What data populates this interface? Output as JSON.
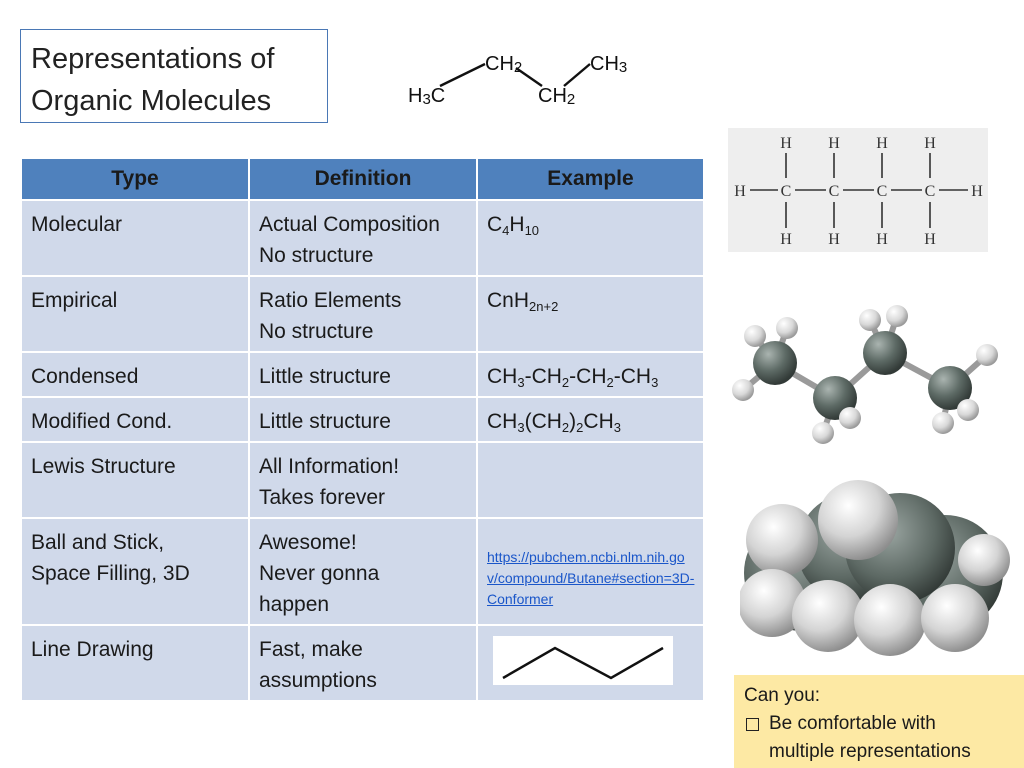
{
  "title": {
    "line1": "Representations of",
    "line2": "Organic Molecules"
  },
  "condensed_diagram": {
    "h3c": "H3C",
    "ch2_top": "CH2",
    "ch2_bottom": "CH2",
    "ch3": "CH3"
  },
  "table": {
    "headers": {
      "type": "Type",
      "definition": "Definition",
      "example": "Example"
    },
    "rows": [
      {
        "type": "Molecular",
        "def_line1": "Actual Composition",
        "def_line2": "No structure",
        "example": "C4H10"
      },
      {
        "type": "Empirical",
        "def_line1": "Ratio Elements",
        "def_line2": "No structure",
        "example": "CnH2n+2"
      },
      {
        "type": "Condensed",
        "def_line1": "Little structure",
        "example": "CH3-CH2-CH2-CH3"
      },
      {
        "type": "Modified Cond.",
        "def_line1": "Little structure",
        "example": "CH3(CH2)2CH3"
      },
      {
        "type": "Lewis Structure",
        "def_line1": "All Information!",
        "def_line2": "Takes forever",
        "example": ""
      },
      {
        "type_line1": "Ball and Stick,",
        "type_line2": "Space Filling, 3D",
        "def_line1": "Awesome!",
        "def_line2": "Never gonna",
        "def_line3": "happen",
        "example_link": "https://pubchem.ncbi.nlm.nih.gov/compound/Butane#section=3D-Conformer"
      },
      {
        "type": "Line Drawing",
        "def_line1": "Fast, make",
        "def_line2": "assumptions"
      }
    ]
  },
  "lewis_structure": {
    "atoms": [
      "H",
      "C",
      "H"
    ]
  },
  "note": {
    "heading": "Can you:",
    "item_line1": "Be comfortable with",
    "item_line2": "multiple representations"
  },
  "colors": {
    "header_blue": "#4f81bd",
    "row_blue": "#d0d9ea",
    "note_yellow": "#fde9a4",
    "title_border": "#4a78b5",
    "link_blue": "#1a56c9"
  }
}
